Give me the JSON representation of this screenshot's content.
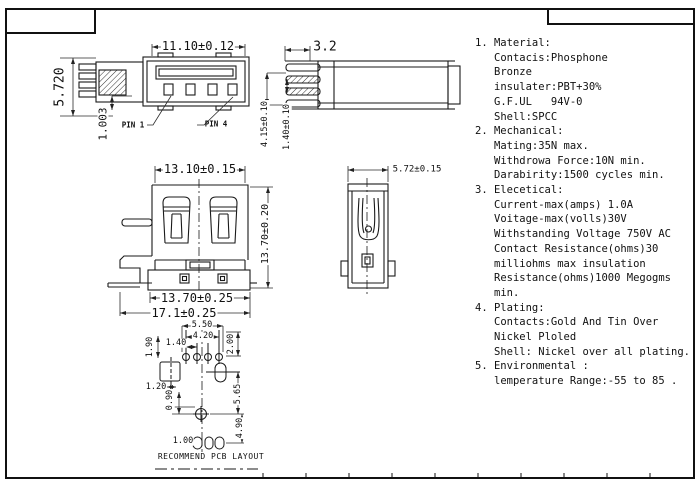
{
  "views": {
    "front": {
      "dim_width": "11.10±0.12",
      "dim_height": "5.720",
      "dim_pin_offset": "1.003",
      "pin1_label": "PIN 1",
      "pin4_label": "PIN 4"
    },
    "side": {
      "dim_depth": "3.2",
      "dim_height": "4.15±0.10",
      "dim_pitch": "1.40±0.10"
    },
    "shell_front": {
      "dim_width_top": "13.10±0.15",
      "dim_height": "13.70±0.20",
      "dim_width_bottom": "13.70±0.25",
      "dim_width_total": "17.1±0.25"
    },
    "shell_side": {
      "dim_width": "5.72±0.15"
    },
    "pcb": {
      "dim_hole_span_top": "5.50",
      "dim_pad_span": "4.20",
      "dim_pad_pitch": "1.40",
      "dim_pad_offset": "1.90",
      "dim_hole_offset": "2.00",
      "dim_slot_width": "1.20",
      "dim_slot_gap": "0.90",
      "dim_hole_drop": "5.65",
      "dim_tail_drop": "4.90",
      "dim_tail_width": "1.00",
      "caption": "RECOMMEND PCB LAYOUT"
    }
  },
  "specs": {
    "lines": [
      {
        "text": "1. Material:"
      },
      {
        "text": "Contacis:Phosphone"
      },
      {
        "text": "Bronze"
      },
      {
        "text": "insulater:PBT+30%"
      },
      {
        "text": "G.F.UL   94V-0"
      },
      {
        "text": "Shell:SPCC"
      },
      {
        "text": "2. Mechanical:"
      },
      {
        "text": "Mating:35N max."
      },
      {
        "text": "Withdrowa Force:10N min."
      },
      {
        "text": "Darabirity:1500 cycles min."
      },
      {
        "text": "3. Elecetical:"
      },
      {
        "text": "Current-max(amps) 1.0A"
      },
      {
        "text": "Voitage-max(volls)30V"
      },
      {
        "text": "Withstanding Voltage 750V AC"
      },
      {
        "text": "Contact Resistance(ohms)30"
      },
      {
        "text": "milliohms max insulation"
      },
      {
        "text": "Resistance(ohms)1000 Megogms"
      },
      {
        "text": "min."
      },
      {
        "text": "4. Plating:"
      },
      {
        "text": "Contacts:Gold And Tin Over"
      },
      {
        "text": "Nickel Ploled"
      },
      {
        "text": "Shell: Nickel over all plating."
      },
      {
        "text": "5. Environmental :"
      },
      {
        "text": "lemperature Range:-55 to 85 ."
      }
    ]
  }
}
